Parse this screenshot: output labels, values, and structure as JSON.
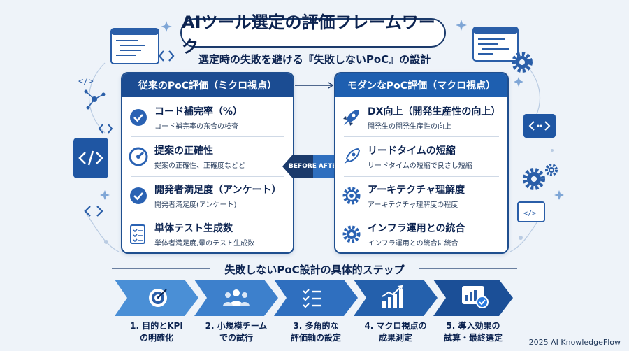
{
  "title": "AIツール選定の評価フレームワーク",
  "subtitle": "選定時の失敗を避ける『失敗しないPoC』の設計",
  "left_panel": {
    "header": "従来のPoC評価（ミクロ視点）",
    "items": [
      {
        "icon": "check-circle-icon",
        "title": "コード補完率（%）",
        "desc": "コード補完率の东合の検査"
      },
      {
        "icon": "gauge-icon",
        "title": "提案の正確性",
        "desc": "提案の正確性、正確度などど"
      },
      {
        "icon": "check-circle-icon",
        "title": "開発者満足度（アンケート）",
        "desc": "開発者満足度(アンケート)"
      },
      {
        "icon": "checklist-document-icon",
        "title": "単体テスト生成数",
        "desc": "単体者満足度,暈のテスト生成数"
      }
    ]
  },
  "right_panel": {
    "header": "モダンなPoC評価（マクロ視点）",
    "items": [
      {
        "icon": "rocket-icon",
        "title": "DX向上（開発生産性の向上）",
        "desc": "開発生の開発生産性の向上"
      },
      {
        "icon": "rocket-icon",
        "title": "リードタイムの短縮",
        "desc": "リードタイムの短縮で良さし短縮"
      },
      {
        "icon": "gear-icon",
        "title": "アーキテクチャ理解度",
        "desc": "アーキテクチャ理解度の程度"
      },
      {
        "icon": "gear-icon",
        "title": "インフラ運用との統合",
        "desc": "インフラ運用との統合に統合"
      }
    ]
  },
  "before_label": "BEFORE",
  "after_label": "AFTER",
  "steps_title": "失敗しないPoC設計の具体的ステップ",
  "steps": [
    {
      "icon": "target-icon",
      "line1": "1. 目的とKPI",
      "line2": "の明確化"
    },
    {
      "icon": "team-icon",
      "line1": "2. 小規模チーム",
      "line2": "での試行"
    },
    {
      "icon": "checklist-icon",
      "line1": "3. 多角的な",
      "line2": "評価軸の設定"
    },
    {
      "icon": "growth-chart-icon",
      "line1": "4. マクロ視点の",
      "line2": "成果測定"
    },
    {
      "icon": "dashboard-check-icon",
      "line1": "5. 導入効果の",
      "line2": "試算・最終選定"
    }
  ],
  "footer": "2025 AI KnowledgeFlow",
  "colors": {
    "navy": "#0c2350",
    "blue": "#1b4c92",
    "accent": "#2f6fbf",
    "bg": "#eef3f9"
  }
}
